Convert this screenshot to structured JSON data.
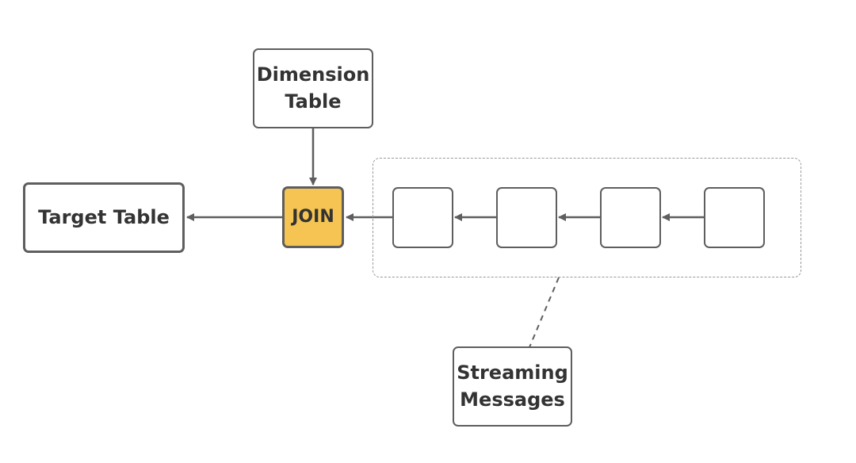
{
  "diagram": {
    "nodes": {
      "dimension_table": {
        "line1": "Dimension",
        "line2": "Table"
      },
      "join": {
        "label": "JOIN",
        "fill": "#f5c452"
      },
      "target_table": {
        "label": "Target Table"
      },
      "streaming_messages": {
        "line1": "Streaming",
        "line2": "Messages"
      },
      "message_boxes": [
        "",
        "",
        "",
        ""
      ]
    },
    "colors": {
      "stroke": "#5e5e5e",
      "dashed": "#999999",
      "text": "#333333",
      "accent": "#f5c452"
    }
  }
}
